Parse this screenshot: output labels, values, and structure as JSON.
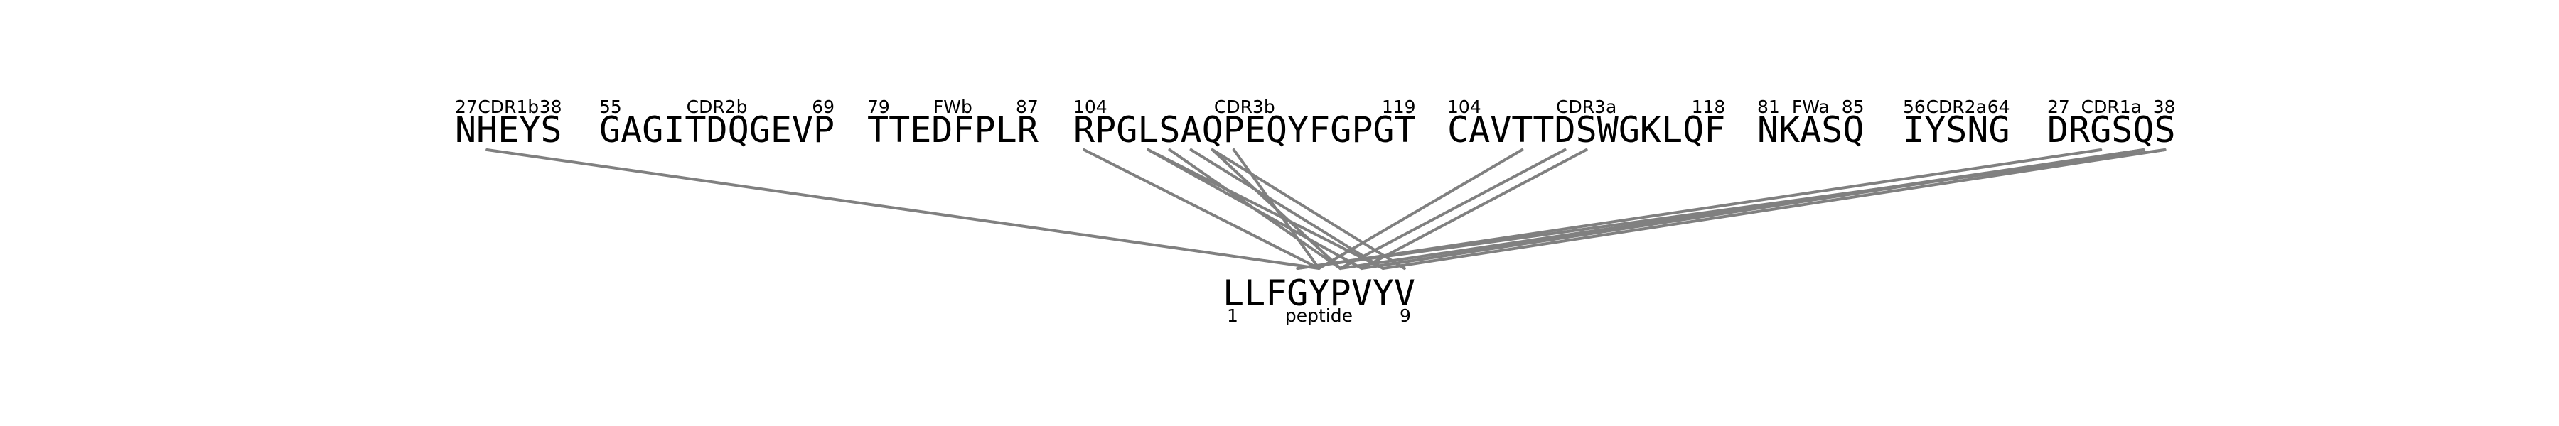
{
  "segments": [
    {
      "id": "cdr1b",
      "sequence": "NHEYS",
      "start": "27",
      "name": "CDR1b",
      "end": "38"
    },
    {
      "id": "cdr2b",
      "sequence": "GAGITDQGEVP",
      "start": "55",
      "name": "CDR2b",
      "end": "69"
    },
    {
      "id": "fwb",
      "sequence": "TTEDFPLR",
      "start": "79",
      "name": "FWb",
      "end": "87"
    },
    {
      "id": "cdr3b",
      "sequence": "RPGLSAQPEQYFGPGT",
      "start": "104",
      "name": "CDR3b",
      "end": "119"
    },
    {
      "id": "cdr3a",
      "sequence": "CAVTTDSWGKLQF",
      "start": "104",
      "name": "CDR3a",
      "end": "118"
    },
    {
      "id": "fwa",
      "sequence": "NKASQ",
      "start": "81",
      "name": "FWa",
      "end": "85"
    },
    {
      "id": "cdr2a",
      "sequence": "IYSNG",
      "start": "56",
      "name": "CDR2a",
      "end": "64"
    },
    {
      "id": "cdr1a",
      "sequence": "DRGSQS",
      "start": "27",
      "name": "CDR1a",
      "end": "38"
    }
  ],
  "peptide": {
    "sequence": "LLFGYPVYV",
    "start": "1",
    "name": "peptide",
    "end": "9"
  },
  "contacts": [
    {
      "segment": "cdr1b",
      "residue": 1,
      "peptide_residue": 4
    },
    {
      "segment": "cdr3b",
      "residue": 0,
      "peptide_residue": 4
    },
    {
      "segment": "cdr3b",
      "residue": 3,
      "peptide_residue": 6
    },
    {
      "segment": "cdr3b",
      "residue": 3,
      "peptide_residue": 7
    },
    {
      "segment": "cdr3b",
      "residue": 4,
      "peptide_residue": 5
    },
    {
      "segment": "cdr3b",
      "residue": 5,
      "peptide_residue": 7
    },
    {
      "segment": "cdr3b",
      "residue": 6,
      "peptide_residue": 5
    },
    {
      "segment": "cdr3b",
      "residue": 6,
      "peptide_residue": 8
    },
    {
      "segment": "cdr3b",
      "residue": 7,
      "peptide_residue": 4
    },
    {
      "segment": "cdr3a",
      "residue": 3,
      "peptide_residue": 4
    },
    {
      "segment": "cdr3a",
      "residue": 5,
      "peptide_residue": 5
    },
    {
      "segment": "cdr3a",
      "residue": 6,
      "peptide_residue": 6
    },
    {
      "segment": "cdr1a",
      "residue": 2,
      "peptide_residue": 3
    },
    {
      "segment": "cdr1a",
      "residue": 4,
      "peptide_residue": 5
    },
    {
      "segment": "cdr1a",
      "residue": 4,
      "peptide_residue": 6
    },
    {
      "segment": "cdr1a",
      "residue": 5,
      "peptide_residue": 7
    },
    {
      "segment": "cdr1a",
      "residue": 5,
      "peptide_residue": 3
    }
  ]
}
